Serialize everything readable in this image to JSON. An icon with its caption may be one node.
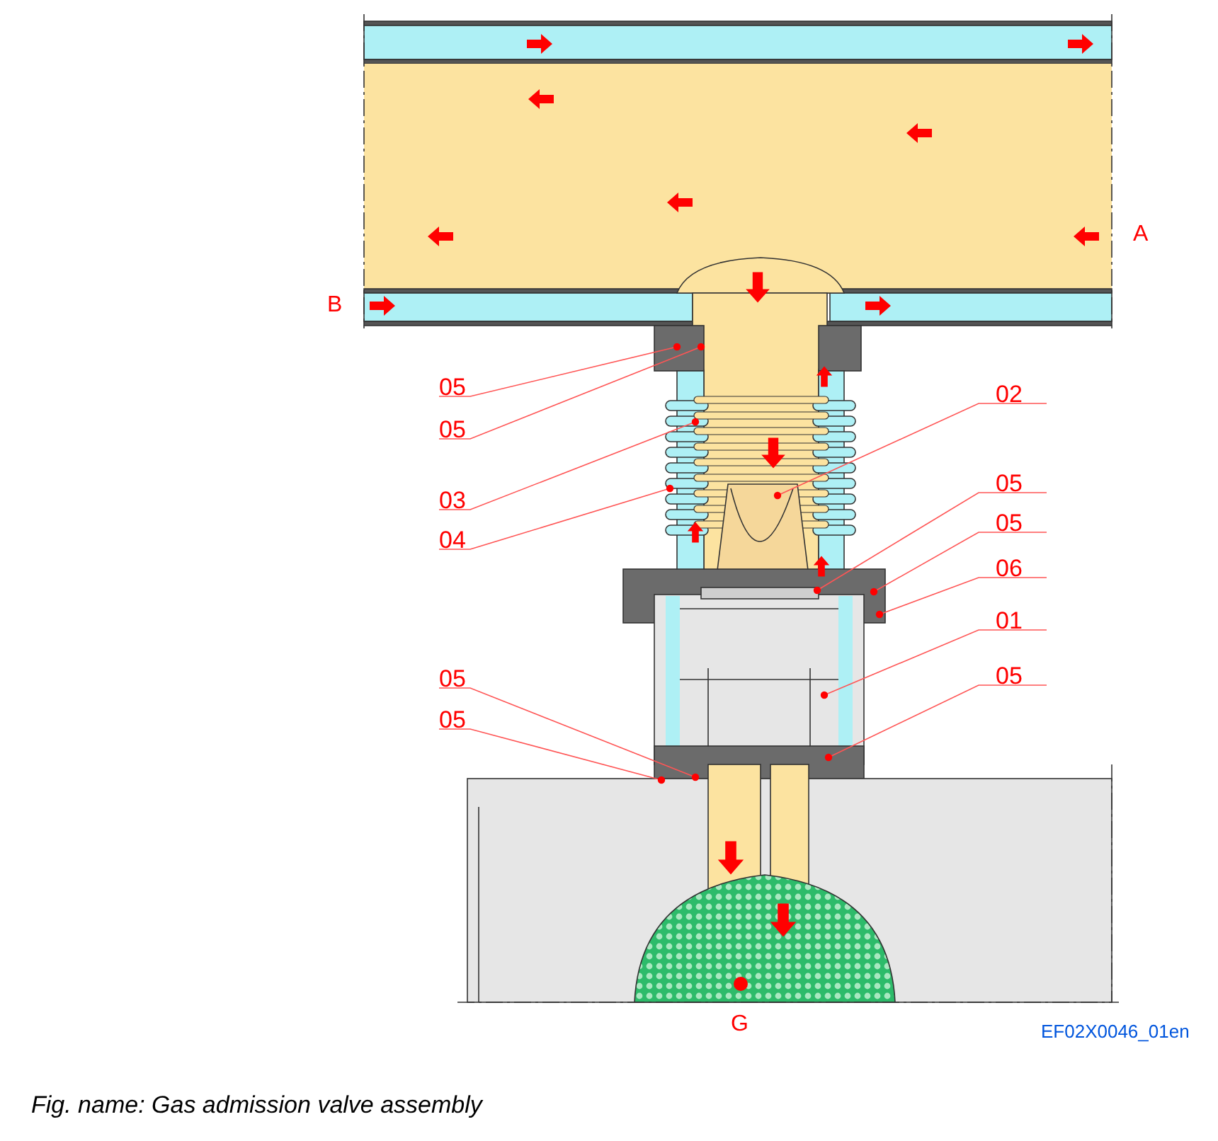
{
  "diagram": {
    "caption": "Fig. name: Gas admission valve assembly",
    "nodes": [
      {
        "text": [
          "05"
        ]
      },
      {
        "text": [
          "02"
        ]
      },
      {
        "text": [
          "05"
        ]
      },
      {
        "text": [
          "05"
        ]
      },
      {
        "text": [
          "03"
        ]
      },
      {
        "text": [
          "05"
        ]
      },
      {
        "text": [
          "04"
        ]
      },
      {
        "text": [
          "06"
        ]
      },
      {
        "text": [
          "01"
        ]
      },
      {
        "text": [
          "05"
        ]
      },
      {
        "text": [
          "05"
        ]
      },
      {
        "text": [
          "05"
        ]
      }
    ],
    "edges": [
      {
        "from": 0,
        "to": null,
        "arrow": "other"
      },
      {
        "from": 1,
        "to": null,
        "arrow": "other"
      },
      {
        "from": 2,
        "to": null,
        "arrow": "other"
      },
      {
        "from": 3,
        "to": null,
        "arrow": "other"
      },
      {
        "from": 4,
        "to": null,
        "arrow": "other"
      },
      {
        "from": 5,
        "to": null,
        "arrow": "other"
      },
      {
        "from": 6,
        "to": null,
        "arrow": "other"
      },
      {
        "from": 7,
        "to": null,
        "arrow": "other"
      },
      {
        "from": 8,
        "to": null,
        "arrow": "other"
      },
      {
        "from": 9,
        "to": null,
        "arrow": "other"
      },
      {
        "from": 10,
        "to": null,
        "arrow": "other"
      },
      {
        "from": 11,
        "to": null,
        "arrow": "other"
      }
    ],
    "labels": [
      "A",
      "B",
      "G",
      "EF02X0046_01en"
    ]
  }
}
